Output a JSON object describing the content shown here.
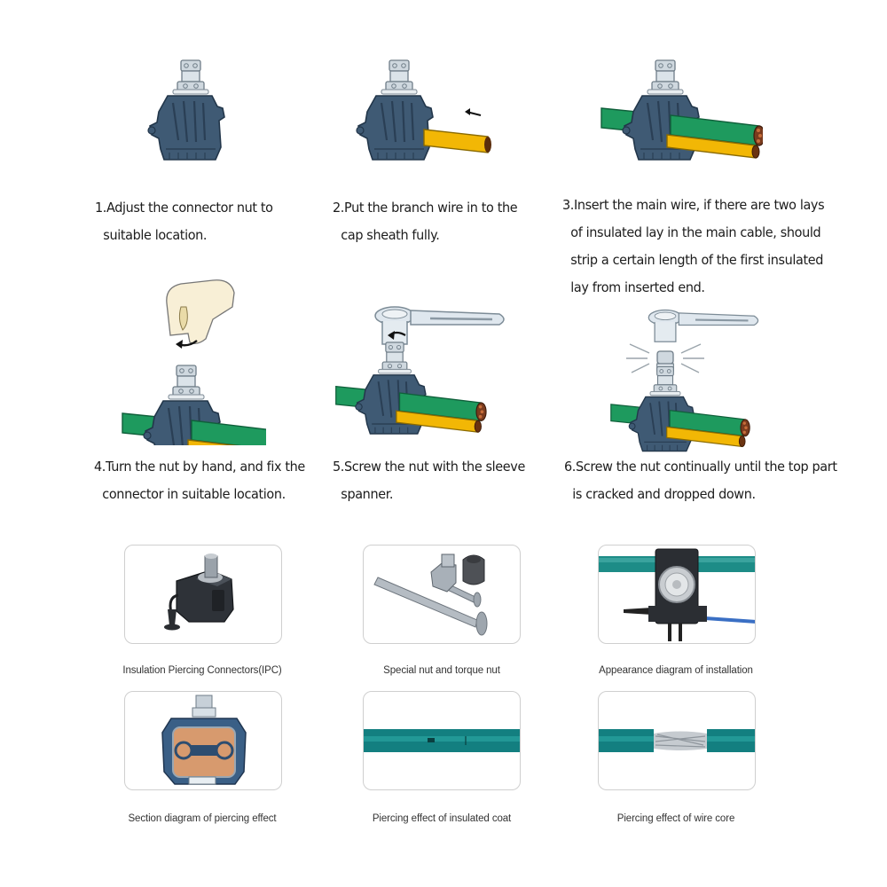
{
  "steps": [
    {
      "number": "1.",
      "line1": "1.Adjust the connector nut to",
      "line2": "suitable location.",
      "icon": "ipc-connector-icon"
    },
    {
      "number": "2.",
      "line1": "2.Put the branch wire in to the",
      "line2": "cap sheath fully.",
      "icon": "branch-wire-insert-icon"
    },
    {
      "number": "3.",
      "line1": "3.Insert the main wire, if there are two lays",
      "line2": "of insulated lay in the main cable, should",
      "line3": "strip a certain length of the first insulated",
      "line4": "lay from inserted end.",
      "icon": "main-wire-insert-icon"
    },
    {
      "number": "4.",
      "line1": "4.Turn the nut by hand, and fix the",
      "line2": "connector in suitable location.",
      "icon": "hand-turn-nut-icon"
    },
    {
      "number": "5.",
      "line1": "5.Screw the nut with the sleeve",
      "line2": "spanner.",
      "icon": "sleeve-spanner-icon"
    },
    {
      "number": "6.",
      "line1": "6.Screw the nut continually until the top part",
      "line2": "is cracked and dropped down.",
      "icon": "nut-cracked-icon"
    }
  ],
  "gallery": [
    {
      "caption": "Insulation Piercing Connectors(IPC)",
      "icon": "ipc-photo-icon"
    },
    {
      "caption": "Special nut and torque nut",
      "icon": "torque-nut-photo-icon"
    },
    {
      "caption": "Appearance diagram of installation",
      "icon": "installation-photo-icon"
    },
    {
      "caption": "Section diagram of piercing effect",
      "icon": "section-diagram-icon"
    },
    {
      "caption": "Piercing effect of insulated coat",
      "icon": "insulated-coat-photo-icon"
    },
    {
      "caption": "Piercing effect of wire core",
      "icon": "wire-core-photo-icon"
    }
  ],
  "colors": {
    "connector_body": "#3f5a74",
    "connector_dark": "#2c4258",
    "nut_silver": "#c9d3db",
    "main_wire_green": "#1e9a5e",
    "branch_wire_yellow": "#f2b705",
    "cable_teal": "#137f80",
    "copper": "#d79a6e",
    "card_border": "#cfcfcf"
  }
}
